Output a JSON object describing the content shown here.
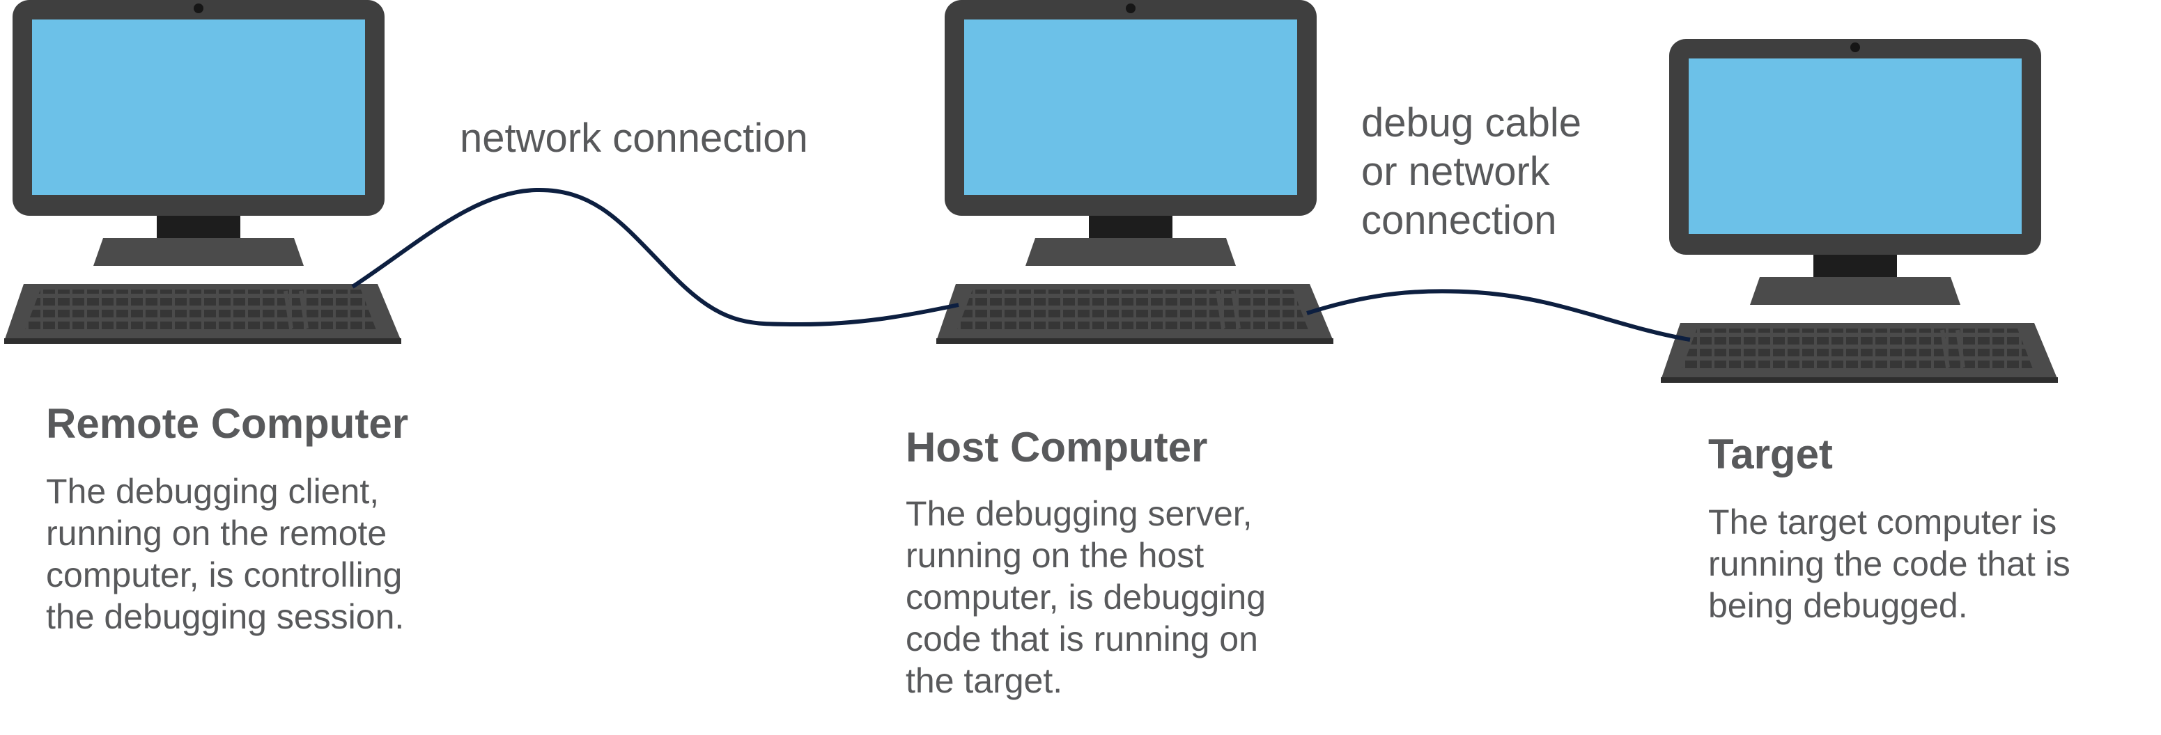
{
  "connections": {
    "network": [
      "network connection"
    ],
    "debug_cable": [
      "debug cable",
      "or network",
      "connection"
    ]
  },
  "computers": [
    {
      "title": "Remote Computer",
      "description": [
        "The debugging client,",
        "running on the remote",
        "computer, is controlling",
        "the debugging session."
      ]
    },
    {
      "title": "Host Computer",
      "description": [
        "The debugging server,",
        "running on the host",
        "computer, is debugging",
        "code that is running on",
        "the target."
      ]
    },
    {
      "title": "Target",
      "description": [
        "The target computer is",
        "running the code that is",
        "being debugged."
      ]
    }
  ],
  "colors": {
    "screen": "#6cc1e8",
    "bezel": "#3f3f3f",
    "keyboard": "#4b4b4b",
    "keys": "#3a3a3a",
    "cable": "#0d1f40",
    "text": "#58595b"
  }
}
